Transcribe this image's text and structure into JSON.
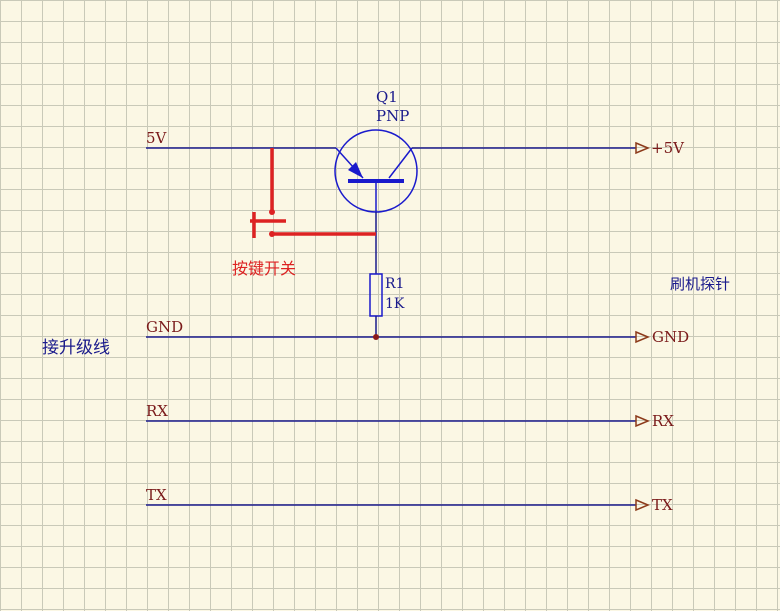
{
  "colors": {
    "background": "#fbf7e4",
    "grid": "#c9c9b8",
    "wire": "#1a1a8c",
    "component": "#1a1acc",
    "net_label": "#7a1a1a",
    "switch": "#dd2222",
    "port": "#8c3a1a"
  },
  "transistor": {
    "designator": "Q1",
    "type": "PNP"
  },
  "resistor": {
    "designator": "R1",
    "value": "1K"
  },
  "switch": {
    "label": "按键开关"
  },
  "left_nets": {
    "v5": "5V",
    "gnd": "GND",
    "rx": "RX",
    "tx": "TX"
  },
  "right_ports": {
    "v5": "+5V",
    "gnd": "GND",
    "rx": "RX",
    "tx": "TX"
  },
  "annotations": {
    "left": "接升级线",
    "right": "刷机探针"
  }
}
